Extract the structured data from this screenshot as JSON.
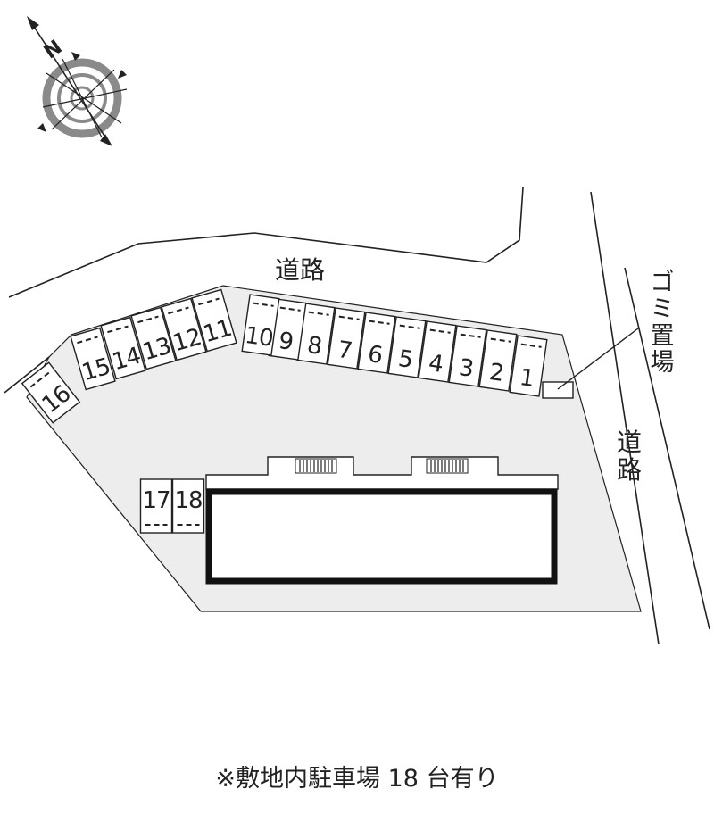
{
  "compass": {
    "label": "N",
    "icon": "compass-rose-icon"
  },
  "roads": {
    "top_label": "道路",
    "right_label": "道路"
  },
  "garbage": {
    "label": "ゴミ置場"
  },
  "parking": {
    "spaces": [
      "1",
      "2",
      "3",
      "4",
      "5",
      "6",
      "7",
      "8",
      "9",
      "10",
      "11",
      "12",
      "13",
      "14",
      "15",
      "16",
      "17",
      "18"
    ]
  },
  "note": "※敷地内駐車場 18 台有り",
  "colors": {
    "lot": "#ededed",
    "line": "#222222",
    "building": "#111111"
  }
}
